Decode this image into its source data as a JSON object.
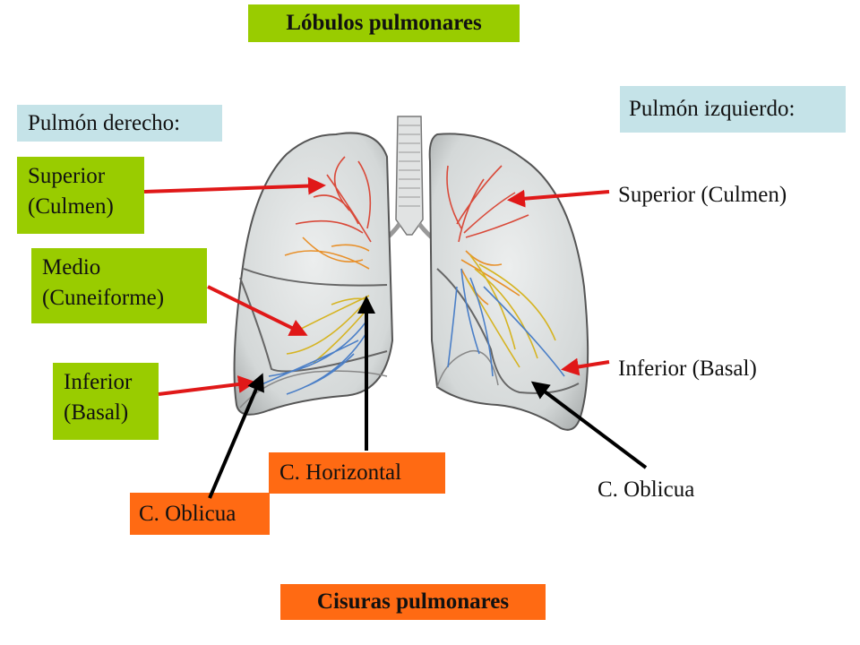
{
  "title": "Lóbulos pulmonares",
  "subtitle": "Cisuras pulmonares",
  "right_lung": {
    "heading": "Pulmón derecho:",
    "superior": [
      "Superior",
      "(Culmen)"
    ],
    "medio": [
      "Medio",
      "(Cuneiforme)"
    ],
    "inferior": [
      "Inferior",
      "(Basal)"
    ]
  },
  "left_lung": {
    "heading": "Pulmón izquierdo:",
    "superior": "Superior (Culmen)",
    "inferior": "Inferior (Basal)"
  },
  "fissures": {
    "horizontal": "C. Horizontal",
    "oblique_right": "C. Oblicua",
    "oblique_left": "C. Oblicua"
  },
  "colors": {
    "lobe_label_bg": "#99cc00",
    "heading_bg": "#c5e3e8",
    "fissure_label_bg": "#ff6a13",
    "lobe_arrow": "#e01818",
    "fissure_arrow": "#000000"
  }
}
